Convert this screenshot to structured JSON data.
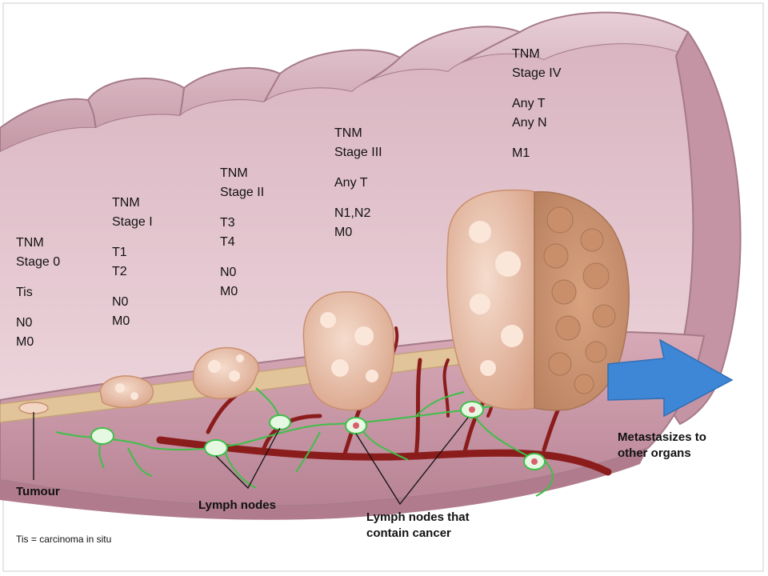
{
  "colors": {
    "bowel_outer": "#c9a0ad",
    "bowel_inner": "#d9b3bf",
    "bowel_lumen": "#e8c9d2",
    "tumour": "#e0ad95",
    "tumour_light": "#f3d5c4",
    "tumour_cut": "#c9906e",
    "vessel": "#8b1c1c",
    "lymph": "#3fbf4a",
    "node_fill": "#e7f8e2",
    "node_cancer": "#d9606f",
    "arrow": "#3d87d6",
    "muscle_band": "#e2c49b"
  },
  "stages": [
    {
      "lines": [
        "TNM",
        "Stage 0",
        "",
        "Tis",
        "",
        "N0",
        "M0"
      ]
    },
    {
      "lines": [
        "TNM",
        "Stage I",
        "",
        "T1",
        "T2",
        "",
        "N0",
        "M0"
      ]
    },
    {
      "lines": [
        "TNM",
        "Stage II",
        "",
        "T3",
        "T4",
        "",
        "N0",
        "M0"
      ]
    },
    {
      "lines": [
        "TNM",
        "Stage III",
        "",
        "Any T",
        "",
        "N1,N2",
        "M0"
      ]
    },
    {
      "lines": [
        "TNM",
        "Stage IV",
        "",
        "Any T",
        "Any N",
        "",
        "M1"
      ]
    }
  ],
  "labels": {
    "tumour": "Tumour",
    "lymph_nodes": "Lymph nodes",
    "lymph_nodes_cancer_1": "Lymph nodes that",
    "lymph_nodes_cancer_2": "contain cancer",
    "metastasizes_1": "Metastasizes to",
    "metastasizes_2": "other organs",
    "footnote": "Tis = carcinoma in situ"
  }
}
